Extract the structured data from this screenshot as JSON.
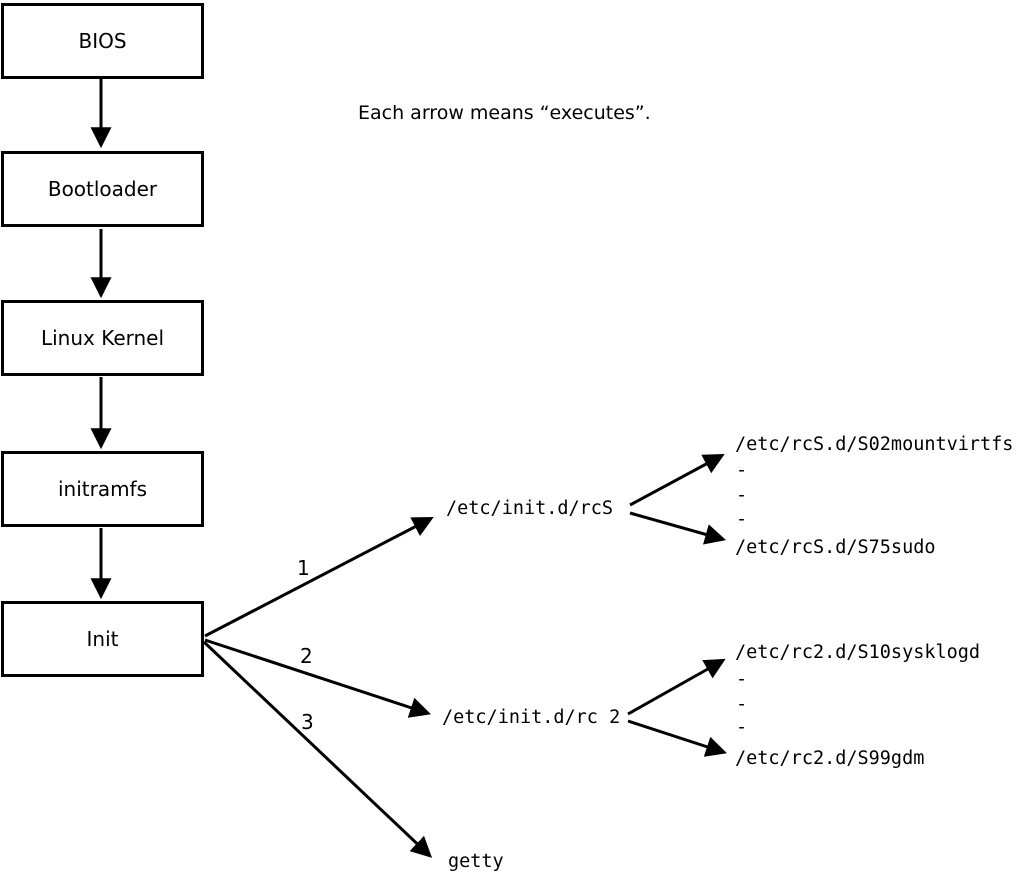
{
  "colors": {
    "background": "#ffffff",
    "line": "#000000",
    "text": "#000000"
  },
  "caption": "Each arrow means “executes”.",
  "nodes": {
    "bios": "BIOS",
    "bootloader": "Bootloader",
    "kernel": "Linux Kernel",
    "initramfs": "initramfs",
    "init": "Init"
  },
  "branches": [
    {
      "number": "1",
      "target": "/etc/init.d/rcS"
    },
    {
      "number": "2",
      "target": "/etc/init.d/rc 2"
    },
    {
      "number": "3",
      "target": "getty"
    }
  ],
  "rcS_scripts": {
    "first": "/etc/rcS.d/S02mountvirtfs",
    "ellipsis": [
      "-",
      "-",
      "-"
    ],
    "last": "/etc/rcS.d/S75sudo"
  },
  "rc2_scripts": {
    "first": "/etc/rc2.d/S10sysklogd",
    "ellipsis": [
      "-",
      "-",
      "-"
    ],
    "last": "/etc/rc2.d/S99gdm"
  }
}
